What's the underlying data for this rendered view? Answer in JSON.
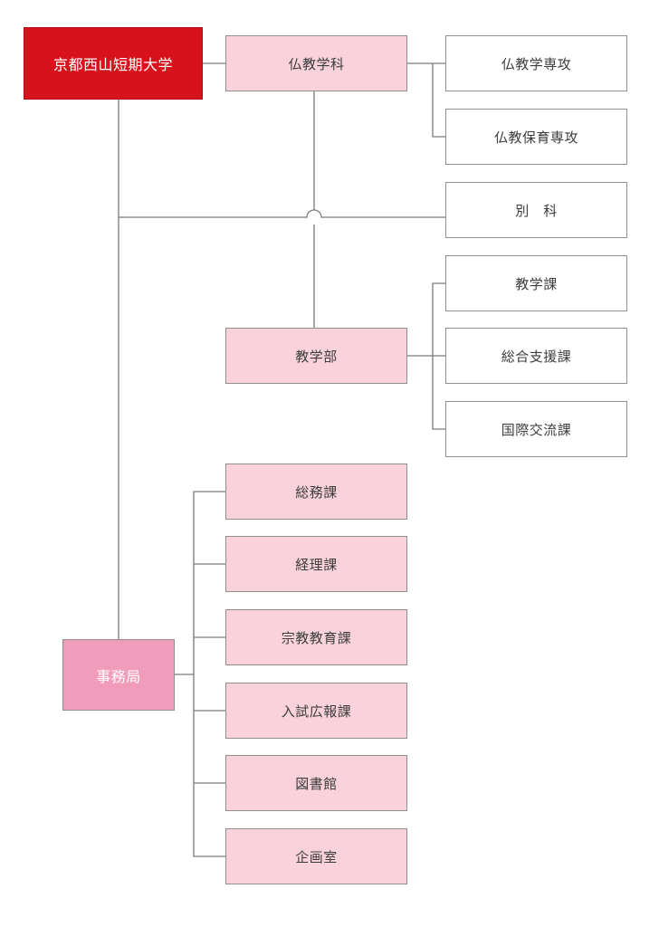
{
  "root": {
    "label": "京都西山短期大学"
  },
  "department": {
    "label": "仏教学科",
    "majors": [
      {
        "label": "仏教学専攻"
      },
      {
        "label": "仏教保育専攻"
      }
    ]
  },
  "special_course": {
    "label": "別　科"
  },
  "academic_affairs": {
    "label": "教学部",
    "sections": [
      {
        "label": "教学課"
      },
      {
        "label": "総合支援課"
      },
      {
        "label": "国際交流課"
      }
    ]
  },
  "secretariat": {
    "label": "事務局",
    "sections": [
      {
        "label": "総務課"
      },
      {
        "label": "経理課"
      },
      {
        "label": "宗教教育課"
      },
      {
        "label": "入試広報課"
      },
      {
        "label": "図書館"
      },
      {
        "label": "企画室"
      }
    ]
  },
  "colors": {
    "root": "#d7121d",
    "pink_box": "#f9d2dc",
    "office_box": "#f29cbb",
    "line": "#7a7a7a"
  }
}
